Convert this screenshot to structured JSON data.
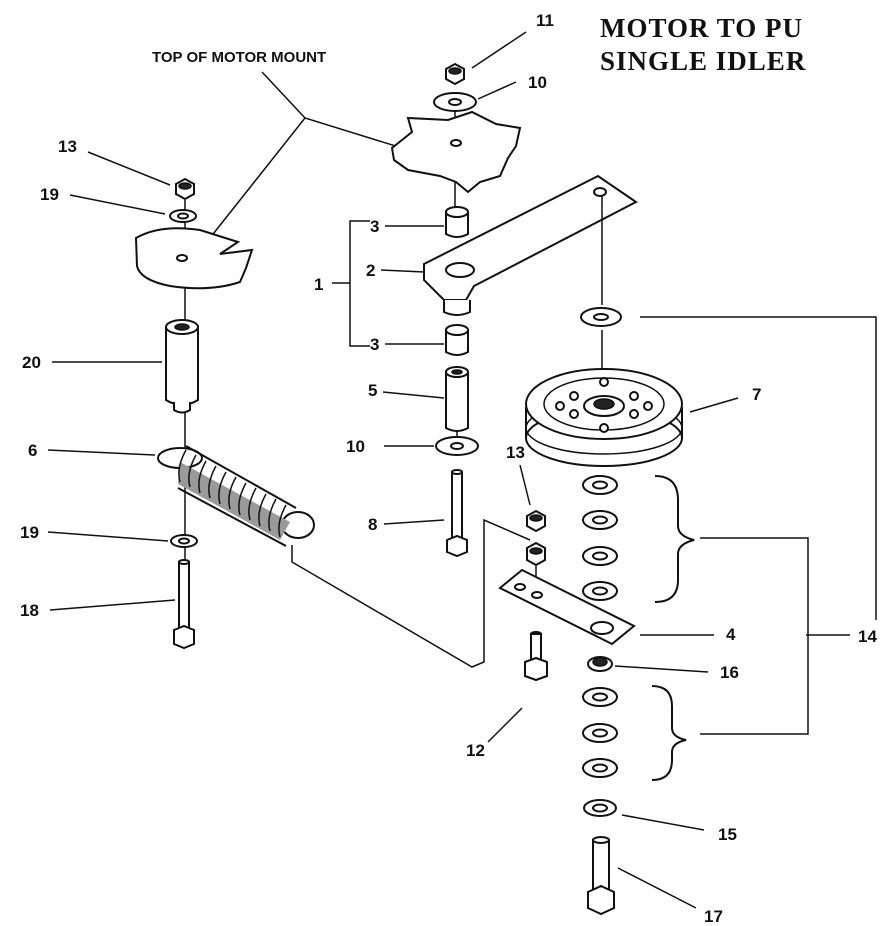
{
  "title": {
    "line1": "MOTOR TO PU",
    "line2": "SINGLE IDLER"
  },
  "caption": "TOP OF MOTOR MOUNT",
  "callouts": {
    "c1": "1",
    "c2": "2",
    "c3a": "3",
    "c3b": "3",
    "c4": "4",
    "c5": "5",
    "c6": "6",
    "c7": "7",
    "c8": "8",
    "c10a": "10",
    "c10b": "10",
    "c11": "11",
    "c12": "12",
    "c13a": "13",
    "c13b": "13",
    "c14": "14",
    "c15": "15",
    "c16": "16",
    "c17": "17",
    "c18": "18",
    "c19a": "19",
    "c19b": "19",
    "c20": "20"
  }
}
